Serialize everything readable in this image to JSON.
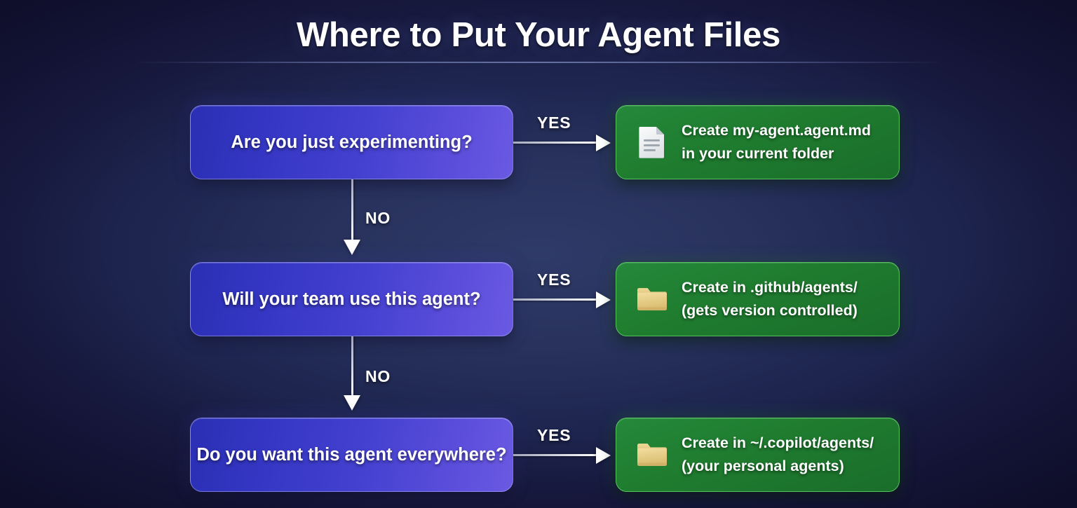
{
  "header": {
    "title": "Where to Put Your Agent Files"
  },
  "flow": {
    "rows": [
      {
        "decision": "Are you just experimenting?",
        "yes_label": "YES",
        "no_label": "NO",
        "result": {
          "icon": "document-icon",
          "line1": "Create my-agent.agent.md",
          "line2": "in your current folder"
        }
      },
      {
        "decision": "Will your team use this agent?",
        "yes_label": "YES",
        "no_label": "NO",
        "result": {
          "icon": "folder-icon",
          "line1": "Create in .github/agents/",
          "line2": "(gets version controlled)"
        }
      },
      {
        "decision": "Do you want this agent everywhere?",
        "yes_label": "YES",
        "no_label": "",
        "result": {
          "icon": "folder-icon",
          "line1": "Create in ~/.copilot/agents/",
          "line2": "(your personal agents)"
        }
      }
    ]
  },
  "colors": {
    "background_center": "#2f3a68",
    "background_edge": "#121232",
    "decision_gradient_start": "#2a2fb4",
    "decision_gradient_end": "#6a5ae2",
    "decision_border": "#b0b0ff",
    "result_fill": "#1f7c2f",
    "result_border": "#55c35c",
    "connector": "#ffffff",
    "title_text": "#ffffff",
    "folder_icon": "#e8cd80",
    "document_icon": "#eef0f2"
  }
}
